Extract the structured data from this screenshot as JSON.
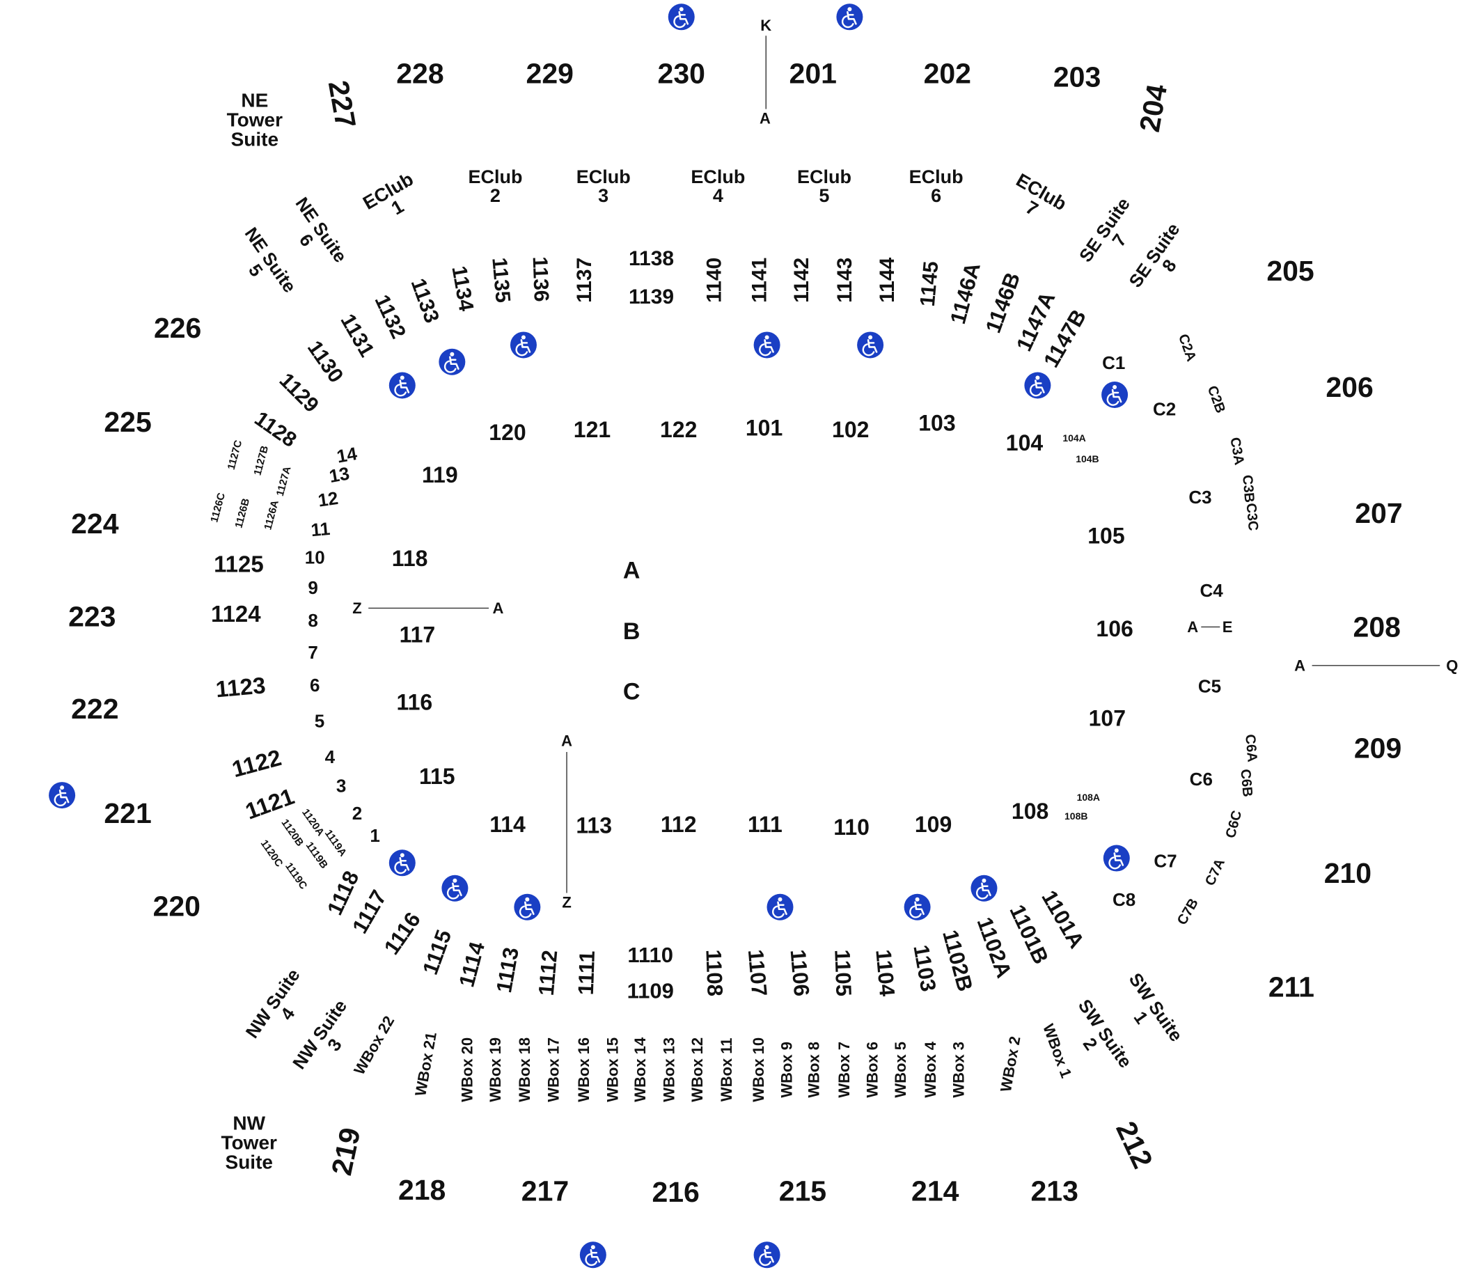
{
  "map": {
    "accent_color": "#1a3fc4",
    "text_color": "#111111",
    "accessibility_icon": "wheelchair-icon",
    "upper_sections": [
      "201",
      "202",
      "203",
      "204",
      "205",
      "206",
      "207",
      "208",
      "209",
      "210",
      "211",
      "212",
      "213",
      "214",
      "215",
      "216",
      "217",
      "218",
      "219",
      "220",
      "221",
      "222",
      "223",
      "224",
      "225",
      "226",
      "227",
      "228",
      "229",
      "230"
    ],
    "premium_labels": {
      "ne_tower_suite": "NE Tower Suite",
      "nw_tower_suite": "NW Tower Suite",
      "ne_suite_5": "NE Suite 5",
      "ne_suite_6": "NE Suite 6",
      "se_suite_7": "SE Suite 7",
      "se_suite_8": "SE Suite 8",
      "nw_suite_3": "NW Suite 3",
      "nw_suite_4": "NW Suite 4",
      "sw_suite_1": "SW Suite 1",
      "sw_suite_2": "SW Suite 2"
    },
    "eclubs": [
      "EClub 1",
      "EClub 2",
      "EClub 3",
      "EClub 4",
      "EClub 5",
      "EClub 6",
      "EClub 7"
    ],
    "loge_north": [
      "1125",
      "1126A",
      "1126B",
      "1126C",
      "1127A",
      "1127B",
      "1127C",
      "1128",
      "1129",
      "1130",
      "1131",
      "1132",
      "1133",
      "1134",
      "1135",
      "1136",
      "1137",
      "1138",
      "1139",
      "1140",
      "1141",
      "1142",
      "1143",
      "1144",
      "1145",
      "1146A",
      "1146B",
      "1147A",
      "1147B"
    ],
    "loge_west": [
      "1124",
      "1123",
      "1122",
      "1121"
    ],
    "loge_south": [
      "1120A",
      "1119A",
      "1120B",
      "1119B",
      "1120C",
      "1119C",
      "1118",
      "1117",
      "1116",
      "1115",
      "1114",
      "1113",
      "1112",
      "1111",
      "1110",
      "1109",
      "1108",
      "1107",
      "1106",
      "1105",
      "1104",
      "1103",
      "1102B",
      "1102A",
      "1101B",
      "1101A"
    ],
    "lower_sections": [
      "101",
      "102",
      "103",
      "104",
      "104A",
      "104B",
      "105",
      "106",
      "107",
      "108",
      "108A",
      "108B",
      "109",
      "110",
      "111",
      "112",
      "113",
      "114",
      "115",
      "116",
      "117",
      "118",
      "119",
      "120",
      "121",
      "122"
    ],
    "floor_rows": [
      "14",
      "13",
      "12",
      "11",
      "10",
      "9",
      "8",
      "7",
      "6",
      "5",
      "4",
      "3",
      "2",
      "1"
    ],
    "floor_sections": [
      "A",
      "B",
      "C"
    ],
    "courtside": [
      "C1",
      "C2",
      "C2A",
      "C2B",
      "C3",
      "C3A",
      "C3B",
      "C3C",
      "C4",
      "C5",
      "C6",
      "C6A",
      "C6B",
      "C6C",
      "C7",
      "C7A",
      "C7B",
      "C8"
    ],
    "wboxes": [
      "WBox 1",
      "WBox 2",
      "WBox 3",
      "WBox 4",
      "WBox 5",
      "WBox 6",
      "WBox 7",
      "WBox 8",
      "WBox 9",
      "WBox 10",
      "WBox 11",
      "WBox 12",
      "WBox 13",
      "WBox 14",
      "WBox 15",
      "WBox 16",
      "WBox 17",
      "WBox 18",
      "WBox 19",
      "WBox 20",
      "WBox 21",
      "WBox 22"
    ],
    "row_guides": {
      "upper_north": [
        "K",
        "A"
      ],
      "upper_east": [
        "A",
        "Q"
      ],
      "lower_west": [
        "Z",
        "A"
      ],
      "lower_south": [
        "A",
        "Z"
      ],
      "court_east": [
        "A",
        "E"
      ]
    }
  }
}
